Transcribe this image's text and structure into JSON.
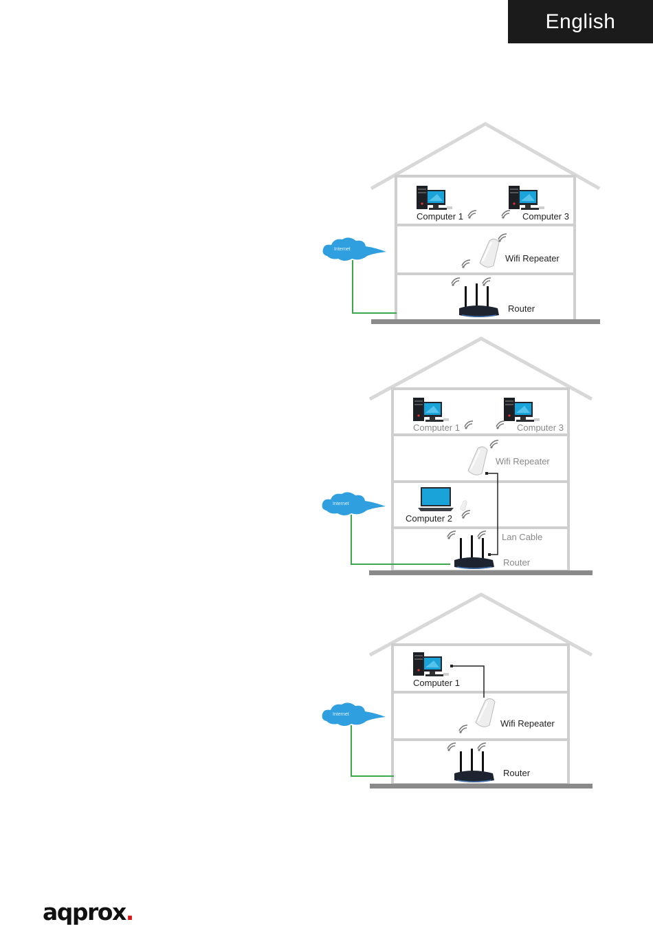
{
  "header": {
    "language": "English"
  },
  "diagram1": {
    "computer1": "Computer 1",
    "computer3": "Computer 3",
    "repeater": "Wifi Repeater",
    "router": "Router",
    "internet": "Internet"
  },
  "diagram2": {
    "computer1": "Computer 1",
    "computer3": "Computer 3",
    "repeater": "Wifi Repeater",
    "computer2": "Computer 2",
    "lan_cable": "Lan Cable",
    "router": "Router",
    "internet": "Internet"
  },
  "diagram3": {
    "computer1": "Computer 1",
    "repeater": "Wifi Repeater",
    "router": "Router",
    "internet": "Internet"
  },
  "footer": {
    "brand": "aqprox",
    "brand_dot": "."
  },
  "colors": {
    "cable_green": "#3aa84a",
    "cloud_blue": "#2f9fdf",
    "tab_bg": "#1b1b1b",
    "logo_dot": "#d61a1a"
  }
}
